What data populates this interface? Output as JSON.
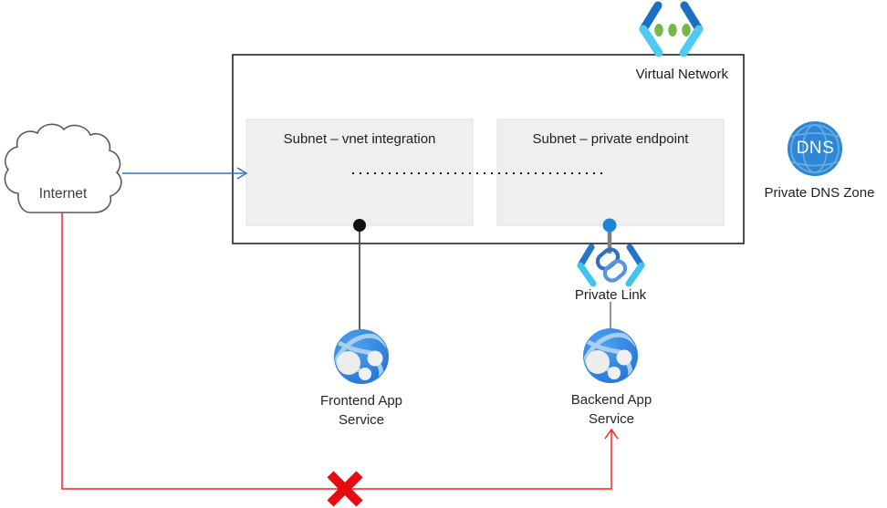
{
  "nodes": {
    "internet": {
      "label": "Internet"
    },
    "virtual_network": {
      "label": "Virtual Network"
    },
    "subnet_vnet_integration": {
      "label": "Subnet – vnet integration"
    },
    "subnet_private_endpoint": {
      "label": "Subnet – private endpoint"
    },
    "private_link": {
      "label": "Private Link"
    },
    "private_dns_zone": {
      "label": "Private DNS Zone",
      "icon_text": "DNS"
    },
    "frontend_app_service": {
      "label_line1": "Frontend App",
      "label_line2": "Service"
    },
    "backend_app_service": {
      "label_line1": "Backend App",
      "label_line2": "Service"
    }
  },
  "colors": {
    "arrow_blue": "#2e75b6",
    "blocked_red": "#ff1f1f",
    "x_red": "#e60b12",
    "subnet_fill": "#efefef",
    "icon_dark_blue": "#1d70c0",
    "icon_cyan": "#4fcaf2",
    "icon_green": "#76b74a",
    "dns_blue": "#2e86d4"
  }
}
